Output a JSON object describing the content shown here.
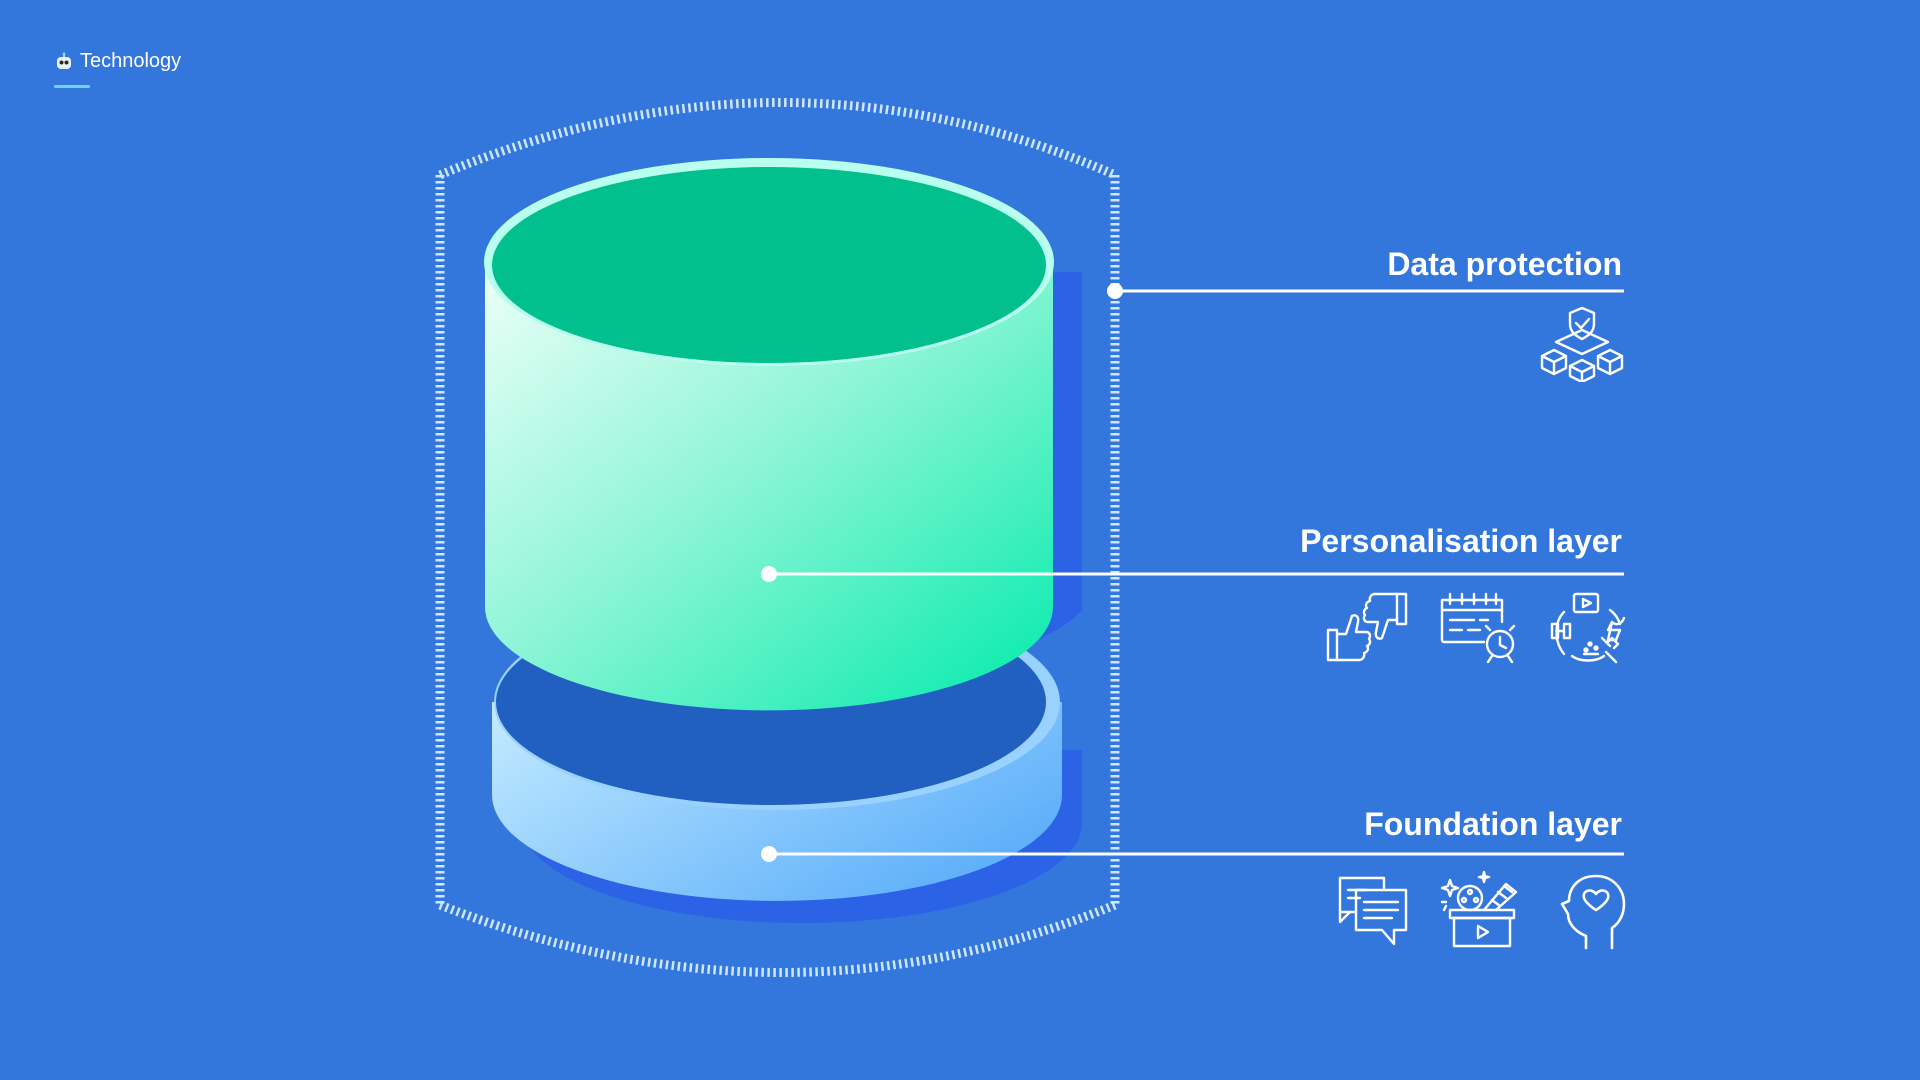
{
  "header": {
    "section_title": "Technology",
    "section_icon": "robot-icon"
  },
  "layers": [
    {
      "label": "Data protection",
      "icons": [
        "shield-network-icon"
      ]
    },
    {
      "label": "Personalisation layer",
      "icons": [
        "thumbs-up-down-icon",
        "calendar-alarm-icon",
        "lifestyle-icon"
      ]
    },
    {
      "label": "Foundation layer",
      "icons": [
        "chat-bubbles-icon",
        "media-box-icon",
        "mind-heart-icon"
      ]
    }
  ],
  "colors": {
    "background": "#3377dd",
    "top_cylinder": "#02c08e",
    "bottom_disc": "#2160c0",
    "accent": "#6fd3ff"
  }
}
